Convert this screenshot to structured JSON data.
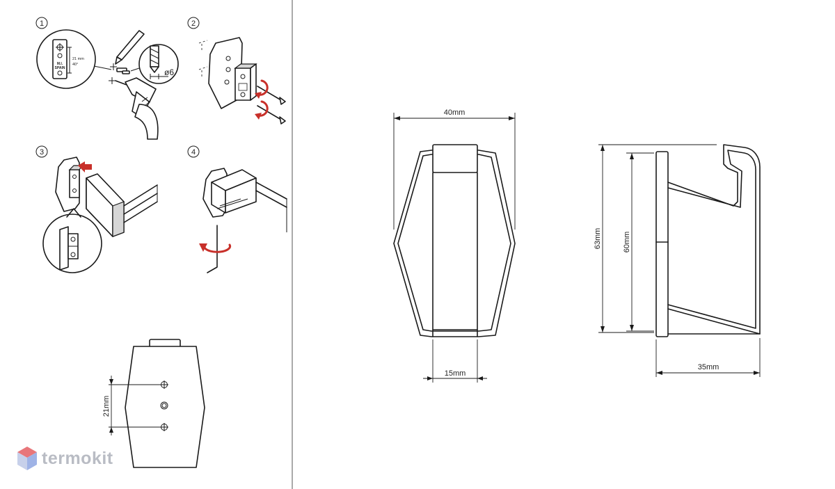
{
  "steps": [
    "1",
    "2",
    "3",
    "4"
  ],
  "step1": {
    "label_line1": "M.I.",
    "label_line2": "SPAIN",
    "label_dim": "21 mm",
    "label_angle": "40°",
    "drill_dim": "ø6"
  },
  "backplate": {
    "hole_spacing": "21mm"
  },
  "front_view": {
    "width": "40mm",
    "depth": "15mm"
  },
  "side_view": {
    "height_outer": "63mm",
    "height_inner": "60mm",
    "projection": "35mm"
  },
  "brand": {
    "name": "termokit",
    "icon": "cube-logo-icon"
  },
  "colors": {
    "accent_red": "#c8302a",
    "line": "#1a1a1a",
    "logo_grey": "#b9bcc4",
    "logo_red": "#e8767a",
    "logo_blue": "#9fb3e6"
  }
}
